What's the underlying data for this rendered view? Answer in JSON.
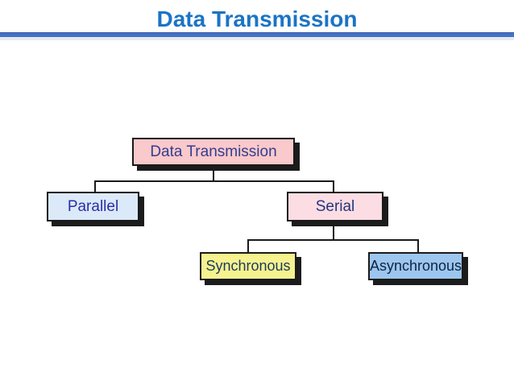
{
  "slide": {
    "title": "Data Transmission",
    "title_color": "#1b74c5",
    "rule_color": "#4472c4",
    "rule_shadow_color": "#e7eaf2"
  },
  "diagram": {
    "border_color": "#1a1a1a",
    "shadow_color": "#1c1c1c",
    "nodes": {
      "root": {
        "label": "Data Transmission",
        "fill": "#f9c9cb",
        "text_color": "#333d8f"
      },
      "parallel": {
        "label": "Parallel",
        "fill": "#dce9f8",
        "text_color": "#2a2fa8"
      },
      "serial": {
        "label": "Serial",
        "fill": "#fbdde3",
        "text_color": "#27357e"
      },
      "synchronous": {
        "label": "Synchronous",
        "fill": "#f5f28f",
        "text_color": "#1c3a5e"
      },
      "asynchronous": {
        "label": "Asynchronous",
        "fill": "#9dc6ef",
        "text_color": "#0e2440"
      }
    }
  }
}
